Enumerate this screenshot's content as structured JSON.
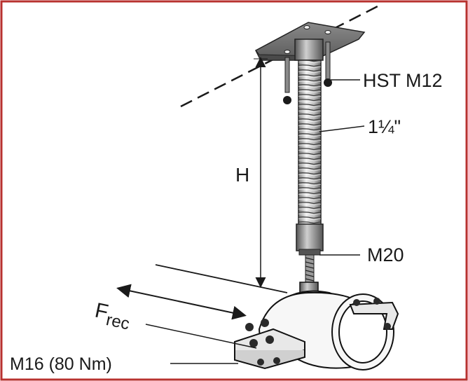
{
  "colors": {
    "border": "#b8312f",
    "ink": "#1a1a1a",
    "metal_light": "#e6e6e6",
    "metal_mid": "#b4b4b4",
    "metal_dark": "#6e6e6e"
  },
  "labels": {
    "anchor": "HST M12",
    "pipe_size": "1¼\"",
    "height": "H",
    "rod": "M20",
    "force_main": "F",
    "force_sub": "rec",
    "clamp_bolt": "M16 (80 Nm)"
  }
}
